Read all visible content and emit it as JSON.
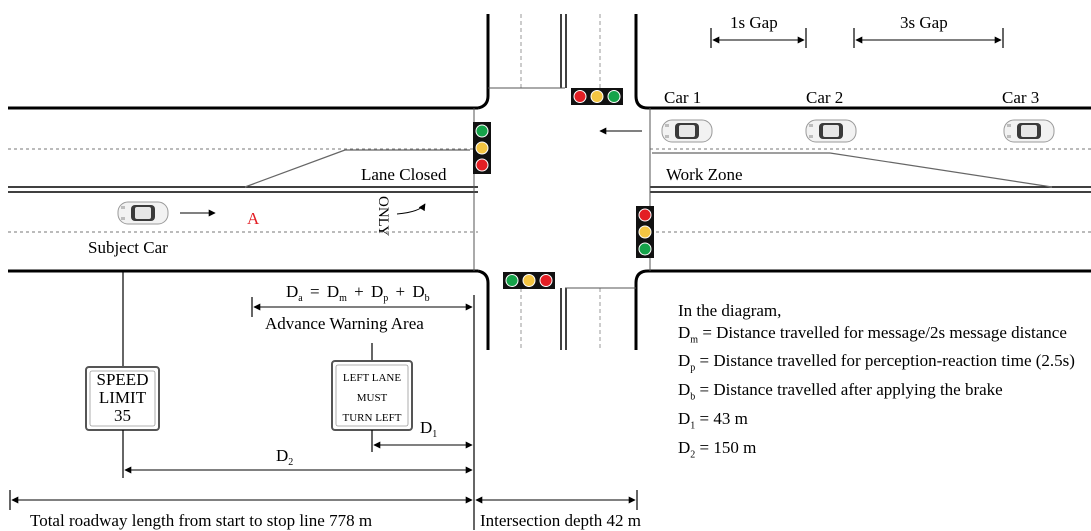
{
  "gaps": {
    "gap1": "1s Gap",
    "gap3": "3s Gap"
  },
  "cars": {
    "car1": "Car 1",
    "car2": "Car 2",
    "car3": "Car 3",
    "subject": "Subject Car",
    "marker": "A"
  },
  "zones": {
    "lane_closed": "Lane Closed",
    "work_zone": "Work Zone",
    "only_marking": "ONLY"
  },
  "formula": {
    "da": "D",
    "da_sub": "a",
    "dm": "D",
    "dm_sub": "m",
    "dp": "D",
    "dp_sub": "p",
    "db": "D",
    "db_sub": "b",
    "equals": "=",
    "plus": "+"
  },
  "advance_warning": "Advance Warning Area",
  "signs": {
    "speed_line1": "SPEED",
    "speed_line2": "LIMIT",
    "speed_value": "35",
    "turn_line1": "LEFT LANE",
    "turn_line2": "MUST",
    "turn_line3": "TURN LEFT"
  },
  "dims": {
    "d1": "D",
    "d1_sub": "1",
    "d2": "D",
    "d2_sub": "2"
  },
  "bottom": {
    "total_length": "Total roadway length from start to stop line 778 m",
    "intersection_depth": "Intersection depth 42 m"
  },
  "legend": {
    "intro": "In the diagram,",
    "dm_sym": "D",
    "dm_sub": "m",
    "dm_text": " = Distance travelled for message/2s message distance",
    "dp_sym": "D",
    "dp_sub": "p",
    "dp_text": " = Distance travelled for perception-reaction time (2.5s)",
    "db_sym": "D",
    "db_sub": "b",
    "db_text": " = Distance travelled after applying the brake",
    "d1_sym": "D",
    "d1_sub": "1",
    "d1_text": " = 43 m",
    "d2_sym": "D",
    "d2_sub": "2",
    "d2_text": " = 150 m"
  },
  "colors": {
    "red": "#e31e24",
    "yellow": "#f4c542",
    "green": "#16a34a",
    "marker": "#e31e24"
  }
}
